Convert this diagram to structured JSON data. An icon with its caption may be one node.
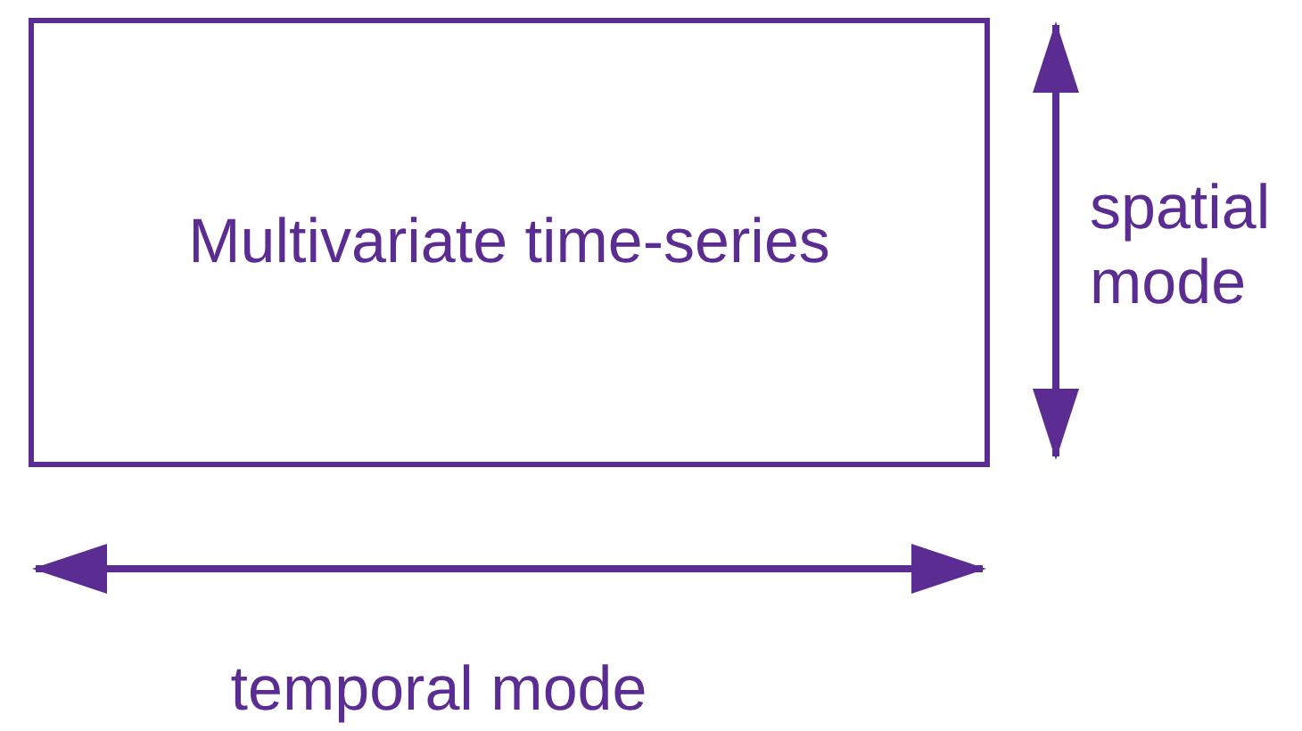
{
  "diagram": {
    "nodes": [
      {
        "text": [
          "Multivariate time-series"
        ]
      }
    ],
    "labels": [
      "spatial mode",
      "temporal mode"
    ]
  }
}
